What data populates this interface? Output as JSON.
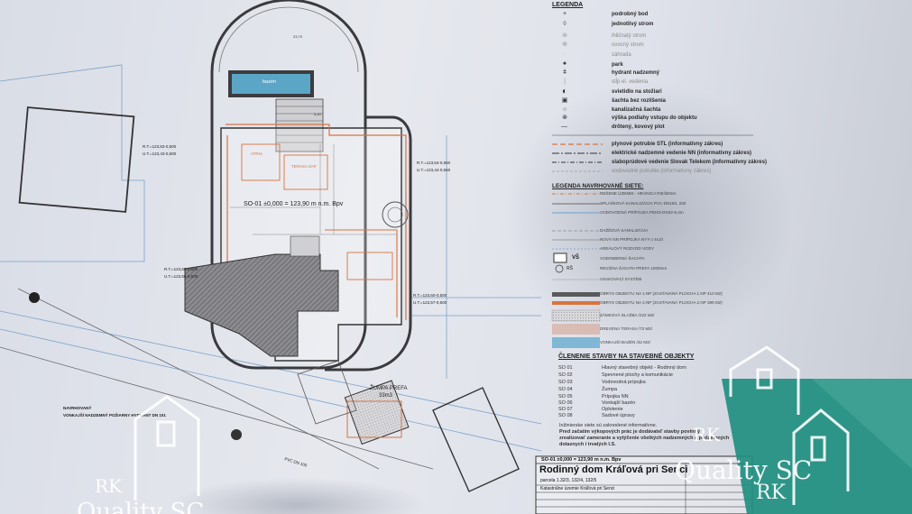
{
  "plan": {
    "main_label": "SO-01 ±0,000 = 123,90 m n.m. Bpv",
    "pool_label": "bazén",
    "atria_label": "ATRIA",
    "terasa_label": "TERASA ZAP",
    "zumpa_title": "ŽUMPA PREFA",
    "zumpa_volume": "33m3",
    "hydrant_note_1": "NAVRHOVANÝ",
    "hydrant_note_2": "VONKAJŠÍ NADZEMNÝ POŽIARNY HYDRANT DN 101",
    "parcel_label": "PVC DN 100",
    "level_rt_1": "R.T.=123,53-0,500",
    "level_ut_1": "U.T.=123,43-0,500",
    "level_rt_2": "R.T.=123,54-0,550",
    "level_ut_2": "U.T.=123,44-0,550",
    "level_rt_3": "R.T.=123,65-0,500",
    "level_ut_3": "U.T.=123,56-0,500",
    "level_rt_4": "R.T.=123,60-0,500",
    "level_ut_4": "U.T.=123,57-0,500"
  },
  "legend": {
    "title": "LEGENDA",
    "items": [
      {
        "symbol": "+",
        "label": "podrobný bod",
        "faint": false
      },
      {
        "symbol": "◊",
        "label": "jednotlivý strom",
        "faint": false
      },
      {
        "symbol": "⊛",
        "label": "ihličnatý strom",
        "faint": true
      },
      {
        "symbol": "⊕",
        "label": "ovocný strom",
        "faint": true
      },
      {
        "symbol": "·",
        "label": "záhrada",
        "faint": true
      },
      {
        "symbol": "♠",
        "label": "park",
        "faint": false
      },
      {
        "symbol": "ǂ",
        "label": "hydrant nadzemný",
        "faint": false
      },
      {
        "symbol": "|",
        "label": "stĺp el. vedenia",
        "faint": true
      },
      {
        "symbol": "◐",
        "label": "svietidlo na stožiari",
        "faint": false
      },
      {
        "symbol": "▣",
        "label": "šachta bez rozlíšenia",
        "faint": false
      },
      {
        "symbol": "○",
        "label": "kanalizačná šachta",
        "faint": false
      },
      {
        "symbol": "⊗",
        "label": "výška podlahy vstupu do objektu",
        "faint": false
      },
      {
        "symbol": "—",
        "label": "drôtený, kovový plot",
        "faint": false
      }
    ],
    "lines": [
      {
        "label": "plynové potrubie STL (informatívny zákres)",
        "faint": false
      },
      {
        "label": "elektrické nadzemné vedenie NN (informatívny zákres)",
        "faint": false
      },
      {
        "label": "slaboprúdové vedenie Slovak Telekom (informatívny zákres)",
        "faint": false
      },
      {
        "label": "vodovodné potrubie (informatívny zákres)",
        "faint": true
      }
    ]
  },
  "legend_nav": {
    "title": "LEGENDA NAVRHOVANÉ SIETE:",
    "items": [
      "REŠENE ÚZEMIE - HRANICA RIEŠENIA",
      "SPLAŠKOVÁ KANALIZÁCIA PVC-DN150, 200",
      "VODOVODNÁ PRÍPOJKA PEHD-DN32-6,4m",
      "DAŽĎOVÁ KANALIZÁCIA",
      "NOVÁ NN PRÍPOJKA NYY-J 4x10",
      "AREÁLOVÝ ROZVOD VODY",
      "VODOMERNÁ ŠACHTA",
      "REVÍZNA ŠACHTA PREFA 1000mm",
      "VSAKOVACÍ SYSTÉM",
      "OBRYS OBJEKTU NA 1.NP (ZASTAVANÁ PLOCHA 1.NP 410 M2)",
      "OBRYS OBJEKTU NA 2.NP (ZASTAVANÁ PLOCHA 2.NP 399 M2)",
      "ZÁMKOVÁ DLAŽBA /222 M2/",
      "DREVENÁ TERASA /73 M2/",
      "VONKAJŠÍ BAZÉN /32 M2/"
    ],
    "vs_label": "VŠ",
    "rs_label": "RŠ"
  },
  "objects": {
    "title": "ČLENENIE STAVBY NA STAVEBNÉ OBJEKTY",
    "items": [
      {
        "code": "SO 01",
        "name": "Hlavný stavebný objekt - Rodinný dom"
      },
      {
        "code": "SO 02",
        "name": "Spevnené plochy a komunikácie"
      },
      {
        "code": "SO 03",
        "name": "Vodovodná prípojka"
      },
      {
        "code": "SO 04",
        "name": "Žumpa"
      },
      {
        "code": "SO 05",
        "name": "Prípojka NN"
      },
      {
        "code": "SO 06",
        "name": "Vonkajší bazén"
      },
      {
        "code": "SO 07",
        "name": "Oplotenie"
      },
      {
        "code": "SO 08",
        "name": "Sadové úpravy"
      }
    ]
  },
  "notes": [
    "Inžinierske siete sú zakreslené informatívne.",
    "Pred začatím výkopových prác je dodávateľ stavby povinný",
    "zrealizovať zameranie a vytýčenie všetkých nadzemných a podzemných",
    "dotaznych i trvalých I.S."
  ],
  "title_block": {
    "elevation": "SO-01 ±0,000 = 123,90 m n.m. Bpv",
    "project_title": "Rodinný dom Kráľová pri Senci",
    "parcel": "parcela 1.32/3, 132/4, 132/5",
    "location": "Katastrálne územie Kráľová pri Senci"
  },
  "watermark": {
    "rk": "RK",
    "name": "Quality SC"
  },
  "colors": {
    "paper": "#e3e6ed",
    "orange_line": "#d9733c",
    "dark_hatch": "#5a5a5e",
    "pool_blue": "#5ba6c7",
    "logo_teal": "#1f8f80"
  }
}
